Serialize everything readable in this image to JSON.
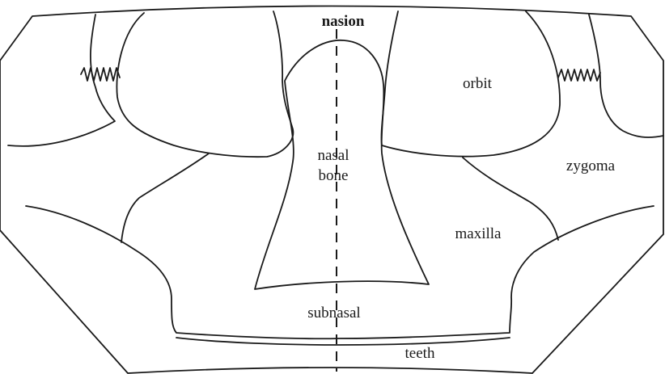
{
  "labels": {
    "nasion": "nasion",
    "orbit": "orbit",
    "nasal_line1": "nasal",
    "nasal_line2": "bone",
    "zygoma": "zygoma",
    "maxilla": "maxilla",
    "subnasal": "subnasal",
    "teeth": "teeth"
  }
}
